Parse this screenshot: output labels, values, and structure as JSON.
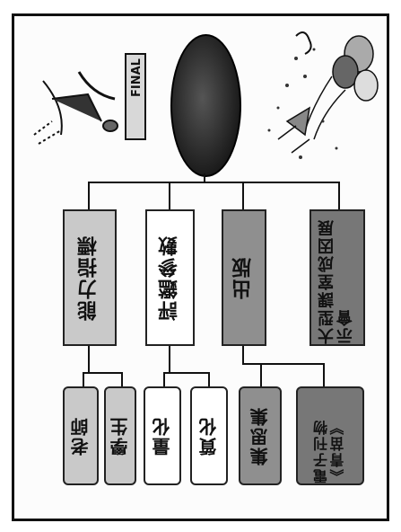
{
  "diagram": {
    "root": {
      "label": ""
    },
    "level1": [
      {
        "id": "ability",
        "label": "能力指標"
      },
      {
        "id": "evaluation",
        "label": "評鑑參數"
      },
      {
        "id": "publication",
        "label": "出版"
      },
      {
        "id": "exhibition",
        "label": "大型課室成因展示會"
      }
    ],
    "level2": [
      {
        "id": "teacher",
        "label": "老師",
        "parent": "ability"
      },
      {
        "id": "student",
        "label": "學生",
        "parent": "ability"
      },
      {
        "id": "quantitative",
        "label": "量化",
        "parent": "evaluation"
      },
      {
        "id": "qualitative",
        "label": "質化",
        "parent": "evaluation"
      },
      {
        "id": "collection",
        "label": "集思集",
        "parent": "publication"
      },
      {
        "id": "ezine",
        "label": "電子刊物《青苗》",
        "parent": "publication"
      }
    ]
  },
  "clipart": {
    "left_sign_text": "FINAL",
    "left_icon": "figure-with-sign-icon",
    "right_icon": "balloons-celebration-icon"
  }
}
